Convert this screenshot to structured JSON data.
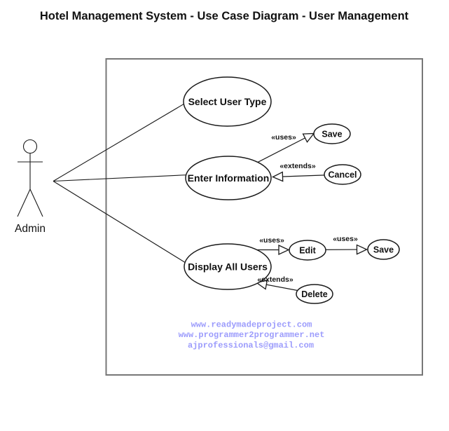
{
  "title": "Hotel Management System - Use Case Diagram - User Management",
  "actor": {
    "label": "Admin"
  },
  "use_cases": {
    "select_user_type": "Select User Type",
    "enter_information": "Enter Information",
    "display_all_users": "Display All Users",
    "save_enter": "Save",
    "cancel": "Cancel",
    "edit": "Edit",
    "save_edit": "Save",
    "delete": "Delete"
  },
  "stereotypes": {
    "uses_save": "«uses»",
    "extends_cancel": "«extends»",
    "uses_edit": "«uses»",
    "uses_edit_save": "«uses»",
    "extends_delete": "«extends»"
  },
  "watermark": {
    "lines": [
      "www.readymadeproject.com",
      "www.programmer2programmer.net",
      "ajprofessionals@gmail.com"
    ],
    "color": "#9c9cfc"
  },
  "colors": {
    "line": "#1a1a1a",
    "boundary": "#777777",
    "background": "#ffffff"
  }
}
